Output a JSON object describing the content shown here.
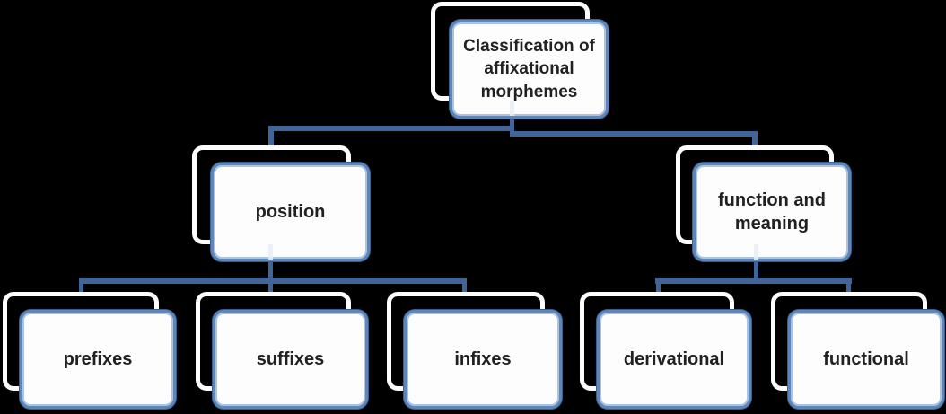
{
  "diagram": {
    "type": "hierarchy",
    "title": "Classification of affixational morphemes",
    "nodes": {
      "root": {
        "label": "Classification of affixational morphemes"
      },
      "position": {
        "label": "position"
      },
      "function_meaning": {
        "label": "function and meaning"
      },
      "prefixes": {
        "label": "prefixes"
      },
      "suffixes": {
        "label": "suffixes"
      },
      "infixes": {
        "label": "infixes"
      },
      "derivational": {
        "label": "derivational"
      },
      "functional": {
        "label": "functional"
      }
    },
    "hierarchy": {
      "label": "Classification of affixational morphemes",
      "children": [
        {
          "label": "position",
          "children": [
            {
              "label": "prefixes"
            },
            {
              "label": "suffixes"
            },
            {
              "label": "infixes"
            }
          ]
        },
        {
          "label": "function and meaning",
          "children": [
            {
              "label": "derivational"
            },
            {
              "label": "functional"
            }
          ]
        }
      ]
    },
    "colors": {
      "background": "#000000",
      "box_fill": "#fdfdfe",
      "box_border": "#5b87bd",
      "box_border_inner": "#a9c3e1",
      "ghost_outline": "#fdfdfd",
      "connector": "#40659a",
      "text": "#212121"
    }
  }
}
